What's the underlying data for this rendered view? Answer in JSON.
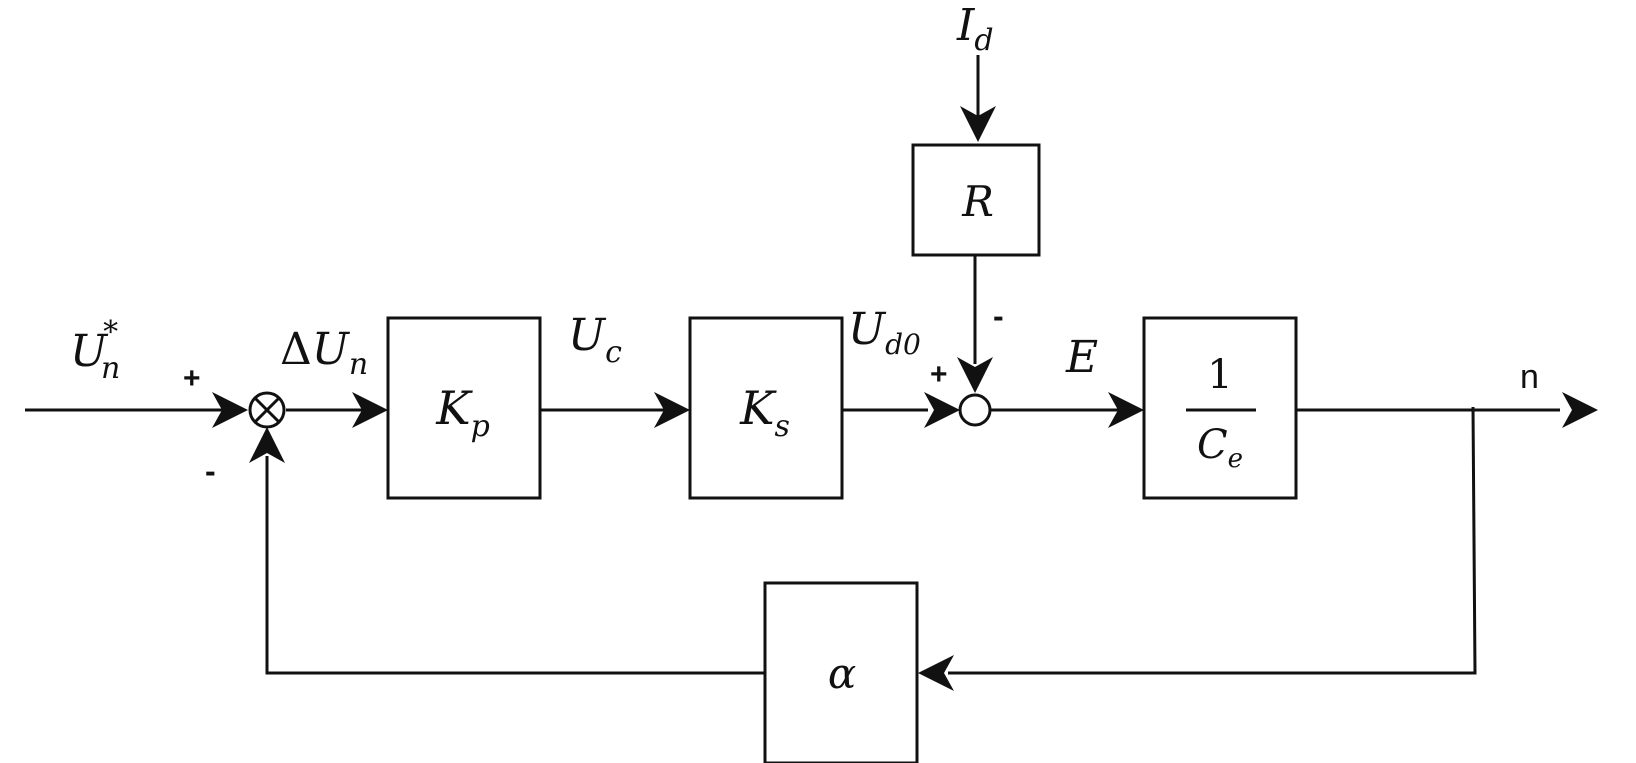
{
  "diagram": {
    "labels": {
      "input": {
        "main": "U",
        "sub": "n",
        "sup": "*"
      },
      "error": {
        "prefix": "Δ",
        "main": "U",
        "sub": "n"
      },
      "controller_out": {
        "main": "U",
        "sub": "c"
      },
      "converter_out": {
        "main": "U",
        "sub": "d0"
      },
      "emf": {
        "main": "E"
      },
      "disturbance": {
        "main": "I",
        "sub": "d"
      },
      "output": "n"
    },
    "blocks": {
      "kp": {
        "main": "K",
        "sub": "p"
      },
      "ks": {
        "main": "K",
        "sub": "s"
      },
      "r": {
        "main": "R"
      },
      "plant": {
        "numerator": "1",
        "den_main": "C",
        "den_sub": "e"
      },
      "feedback": {
        "main": "α"
      }
    },
    "signs": {
      "sum1_plus": "+",
      "sum1_minus": "-",
      "sum2_plus": "+",
      "sum2_minus": "-"
    }
  }
}
